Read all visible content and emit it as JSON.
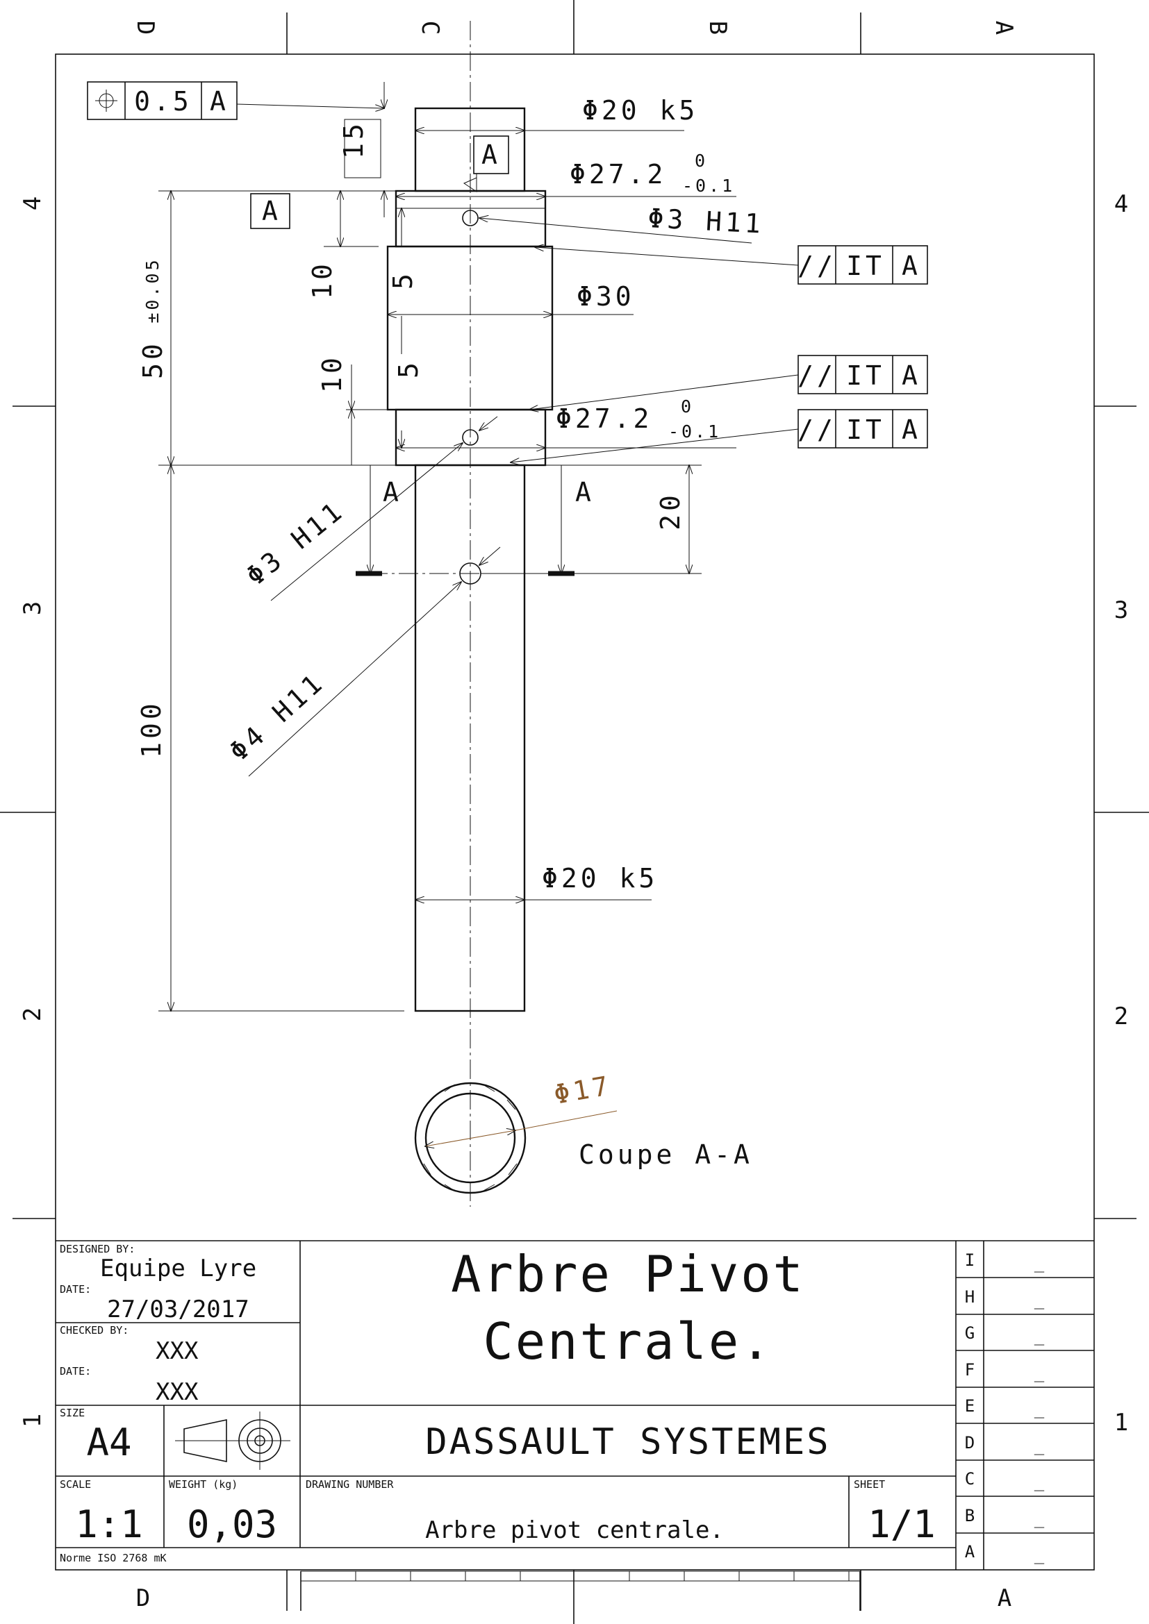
{
  "zones": {
    "top": [
      "D",
      "C",
      "B",
      "A"
    ],
    "bottom": [
      "D",
      "A"
    ],
    "left": [
      "4",
      "3",
      "2",
      "1"
    ],
    "right": [
      "4",
      "3",
      "2",
      "1"
    ]
  },
  "view": {
    "position_tolerance": {
      "symbol": "position-icon",
      "value": "0.5",
      "datum": "A"
    },
    "dims": {
      "d20k5_top": "Φ20 k5",
      "d27_top": "Φ27.2",
      "d27_top_upper": "0",
      "d27_top_lower": "-0.1",
      "d3h11_top": "Φ3 H11",
      "d30": "Φ30",
      "d27_bot": "Φ27.2",
      "d27_bot_upper": "0",
      "d27_bot_lower": "-0.1",
      "d3h11_mid": "Φ3 H11",
      "d4h11": "Φ4 H11",
      "d20k5_bot": "Φ20 k5",
      "d17": "Φ17",
      "len15": "15",
      "len10a": "10",
      "len5a": "5",
      "len10b": "10",
      "len5b": "5",
      "len50": "50",
      "len50_tol": "±0.05",
      "len100": "100",
      "len20": "20"
    },
    "datum_a1": "A",
    "datum_a2": "A",
    "parallelism": [
      {
        "symbol": "//",
        "value": "IT",
        "datum": "A"
      },
      {
        "symbol": "//",
        "value": "IT",
        "datum": "A"
      },
      {
        "symbol": "//",
        "value": "IT",
        "datum": "A"
      }
    ],
    "section_labels": {
      "left": "A",
      "right": "A"
    },
    "section_caption": "Coupe A-A"
  },
  "title_block": {
    "designed_by_label": "DESIGNED BY:",
    "designed_by": "Equipe Lyre",
    "date_label": "DATE:",
    "date": "27/03/2017",
    "checked_by_label": "CHECKED BY:",
    "checked_by": "XXX",
    "date2_label": "DATE:",
    "date2": "XXX",
    "size_label": "SIZE",
    "size": "A4",
    "projection_icon": "first-angle-projection-icon",
    "title_line1": "Arbre Pivot",
    "title_line2": "Centrale.",
    "company": "DASSAULT SYSTEMES",
    "scale_label": "SCALE",
    "scale": "1:1",
    "weight_label": "WEIGHT (kg)",
    "weight": "0,03",
    "drawing_number_label": "DRAWING NUMBER",
    "drawing_number": "Arbre pivot centrale.",
    "sheet_label": "SHEET",
    "sheet": "1/1",
    "norm": "Norme ISO 2768 mK",
    "revisions": [
      {
        "letter": "I",
        "value": "_"
      },
      {
        "letter": "H",
        "value": "_"
      },
      {
        "letter": "G",
        "value": "_"
      },
      {
        "letter": "F",
        "value": "_"
      },
      {
        "letter": "E",
        "value": "_"
      },
      {
        "letter": "D",
        "value": "_"
      },
      {
        "letter": "C",
        "value": "_"
      },
      {
        "letter": "B",
        "value": "_"
      },
      {
        "letter": "A",
        "value": "_"
      }
    ]
  }
}
